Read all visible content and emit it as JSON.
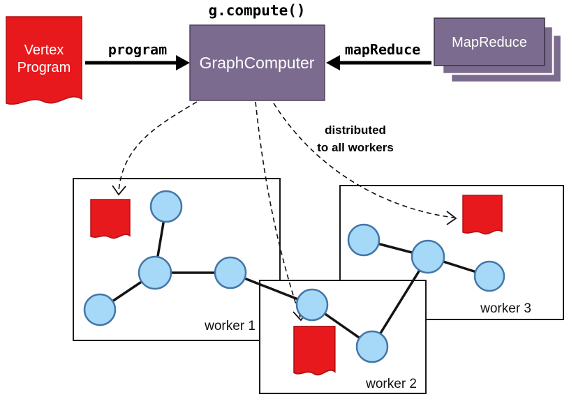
{
  "diagram": {
    "compute_label": "g.compute()",
    "vertex_program": {
      "label": "Vertex Program",
      "lines": [
        "Vertex",
        "Program"
      ]
    },
    "graph_computer": {
      "label": "GraphComputer"
    },
    "map_reduce": {
      "label": "MapReduce"
    },
    "program_arrow": {
      "label": "program"
    },
    "map_reduce_arrow": {
      "label": "mapReduce"
    },
    "distribution_note": {
      "label": "distributed to all workers",
      "lines": [
        "distributed",
        "to all workers"
      ]
    },
    "workers": [
      {
        "label": "worker 1"
      },
      {
        "label": "worker 2"
      },
      {
        "label": "worker 3"
      }
    ],
    "colors": {
      "document_red": "#e8191d",
      "box_purple": "#7b6b8e",
      "node_blue": "#a6d9f7",
      "node_border": "#4576a8",
      "line_black": "#000000"
    }
  }
}
